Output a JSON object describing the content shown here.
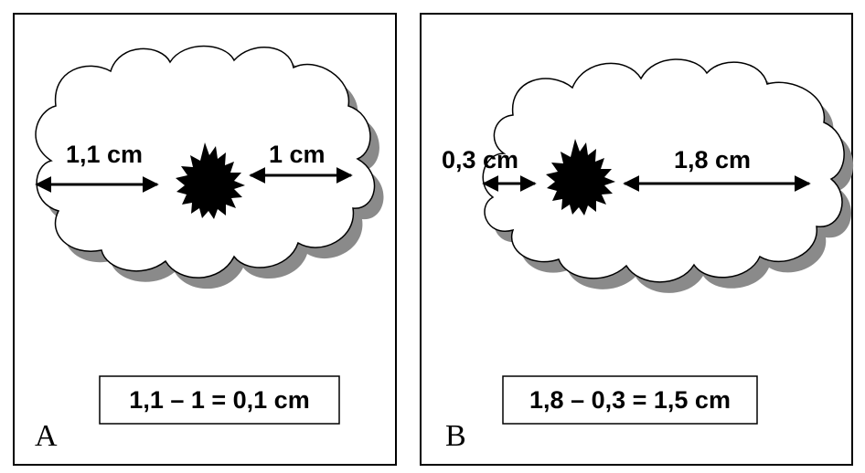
{
  "panels": [
    {
      "letter": "A",
      "left_distance": "1,1 cm",
      "right_distance": "1 cm",
      "equation": "1,1 – 1 = 0,1 cm"
    },
    {
      "letter": "B",
      "left_distance": "0,3 cm",
      "right_distance": "1,8 cm",
      "equation": "1,8 – 0,3 = 1,5 cm"
    }
  ],
  "colors": {
    "lesion": "#000000",
    "cloud_shadow": "#8a8a8a",
    "border": "#000000"
  }
}
